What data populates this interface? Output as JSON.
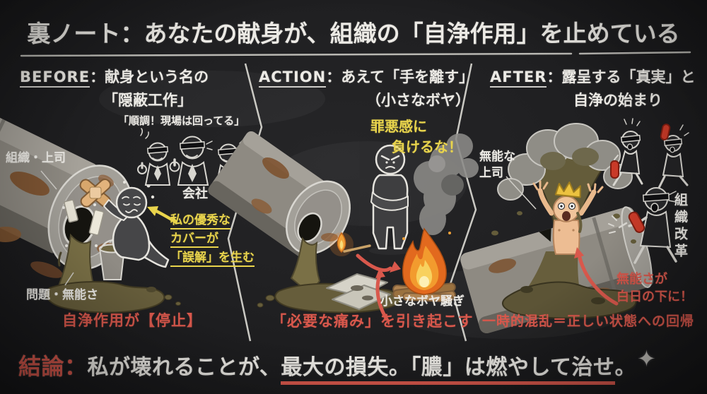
{
  "title": "裏ノート：あなたの献身が、組織の「自浄作用」を止めている",
  "panels": {
    "before": {
      "label": "BEFORE",
      "heading_rest": "：献身という名の",
      "heading_line2": "「隠蔽工作」",
      "quote": "「順調！現場は回ってる」",
      "org_label": "組織・上司",
      "company_label": "会社",
      "note_lines": [
        "私の優秀な",
        "カバーが",
        "「誤解」を生む"
      ],
      "problem_label": "問題・無能さ",
      "status": "自浄作用が【停止】"
    },
    "action": {
      "label": "ACTION",
      "heading_rest": "：あえて「手を離す」",
      "heading_line2": "（小さなボヤ）",
      "note_lines": [
        "罪悪感に",
        "負けるな！"
      ],
      "caption": "小さなボヤ騒ぎ",
      "status": "「必要な痛み」を引き起こす"
    },
    "after": {
      "label": "AFTER",
      "heading_rest": "：露呈する「真実」と",
      "heading_line2": "自浄の始まり",
      "boss_lines": [
        "無能な",
        "上司"
      ],
      "reform_label": "組織改革",
      "note_lines": [
        "無能さが",
        "白日の下に！"
      ],
      "status": "一時的混乱＝正しい状態への回帰"
    }
  },
  "conclusion": {
    "label": "結論：",
    "part1": "私が壊れることが、",
    "underlined1": "最大の損失。",
    "underlined2": "「膿」は燃やして治せ",
    "part3": "。",
    "sparkle_glyph": "✦"
  },
  "colors": {
    "chalk_white": "#eceae5",
    "accent_yellow": "#e9d44c",
    "accent_red": "#d9584c",
    "board_black": "#1d1d1f"
  }
}
